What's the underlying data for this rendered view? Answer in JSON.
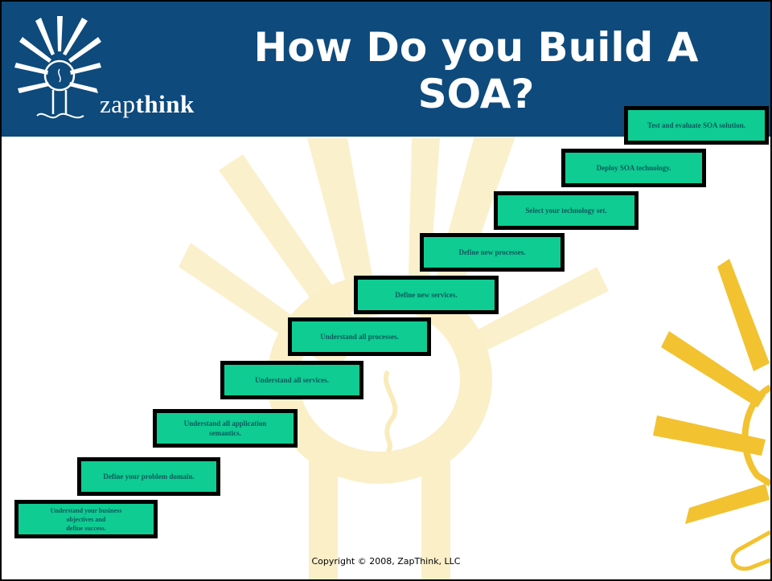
{
  "slide": {
    "title_line1": "How Do you Build A",
    "title_line2": "SOA?",
    "logo": {
      "prefix": "zap",
      "suffix": "think",
      "icon": "lightbulb-sunburst-icon"
    },
    "copyright": "Copyright © 2008, ZapThink, LLC",
    "colors": {
      "header": "#0e4a7c",
      "step_fill": "#0ecc92",
      "step_text": "#0c5a5c",
      "watermark": "#f3d77a"
    }
  },
  "steps": [
    {
      "lines": [
        "Understand your business",
        "objectives and",
        "define success."
      ]
    },
    {
      "lines": [
        "Define your problem domain."
      ]
    },
    {
      "lines": [
        "Understand all application",
        "semantics."
      ]
    },
    {
      "lines": [
        "Understand all services."
      ]
    },
    {
      "lines": [
        "Understand all processes."
      ]
    },
    {
      "lines": [
        "Define new services."
      ]
    },
    {
      "lines": [
        "Define new processes."
      ]
    },
    {
      "lines": [
        "Select your technology set."
      ]
    },
    {
      "lines": [
        "Deploy SOA technology."
      ]
    },
    {
      "lines": [
        "Test and evaluate SOA solution."
      ]
    }
  ]
}
